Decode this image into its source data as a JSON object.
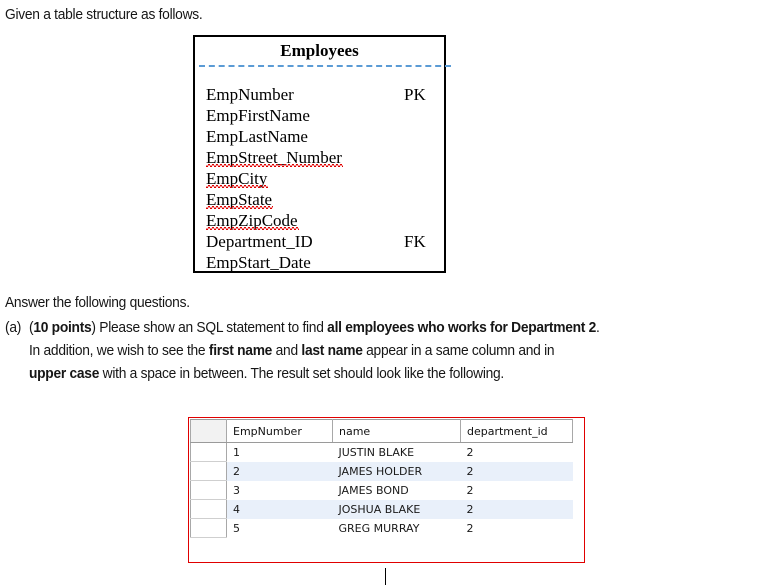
{
  "document": {
    "intro_line": "Given a table structure as follows.",
    "answer_heading": "Answer the following questions.",
    "question_a": {
      "marker": "(a)",
      "points_label": "10 points",
      "line1_pre": "(",
      "line1_mid": ") Please show an SQL statement to find ",
      "line1_bold": "all employees who works for Department 2",
      "line1_end": ".",
      "line2_pre": "In addition, we wish to see the ",
      "line2_bold1": "first name",
      "line2_mid": " and ",
      "line2_bold2": "last name",
      "line2_end": " appear in a same column and in",
      "line3_bold": "upper case",
      "line3_end": " with a space in between. The result set should look like the following."
    }
  },
  "entity_box": {
    "title": "Employees",
    "divider_color": "#5b9bd5",
    "attributes": [
      {
        "name": "EmpNumber",
        "key": "PK",
        "misspelled": false
      },
      {
        "name": "EmpFirstName",
        "key": "",
        "misspelled": false
      },
      {
        "name": "EmpLastName",
        "key": "",
        "misspelled": false
      },
      {
        "name": "EmpStreet_Number",
        "key": "",
        "misspelled": true
      },
      {
        "name": "EmpCity",
        "key": "",
        "misspelled": true
      },
      {
        "name": "EmpState",
        "key": "",
        "misspelled": true
      },
      {
        "name": "EmpZipCode",
        "key": "",
        "misspelled": true
      },
      {
        "name": "Department_ID",
        "key": "FK",
        "misspelled": false
      },
      {
        "name": "EmpStart_Date",
        "key": "",
        "misspelled": false
      }
    ]
  },
  "result_set": {
    "border_color": "#e00000",
    "alt_row_color": "#e9f0fa",
    "columns": [
      "",
      "EmpNumber",
      "name",
      "department_id"
    ],
    "rows": [
      {
        "rowhdr": "",
        "empnumber": "1",
        "name": "JUSTIN BLAKE",
        "department_id": "2"
      },
      {
        "rowhdr": "",
        "empnumber": "2",
        "name": "JAMES HOLDER",
        "department_id": "2"
      },
      {
        "rowhdr": "",
        "empnumber": "3",
        "name": "JAMES BOND",
        "department_id": "2"
      },
      {
        "rowhdr": "",
        "empnumber": "4",
        "name": "JOSHUA BLAKE",
        "department_id": "2"
      },
      {
        "rowhdr": "",
        "empnumber": "5",
        "name": "GREG MURRAY",
        "department_id": "2"
      }
    ]
  }
}
